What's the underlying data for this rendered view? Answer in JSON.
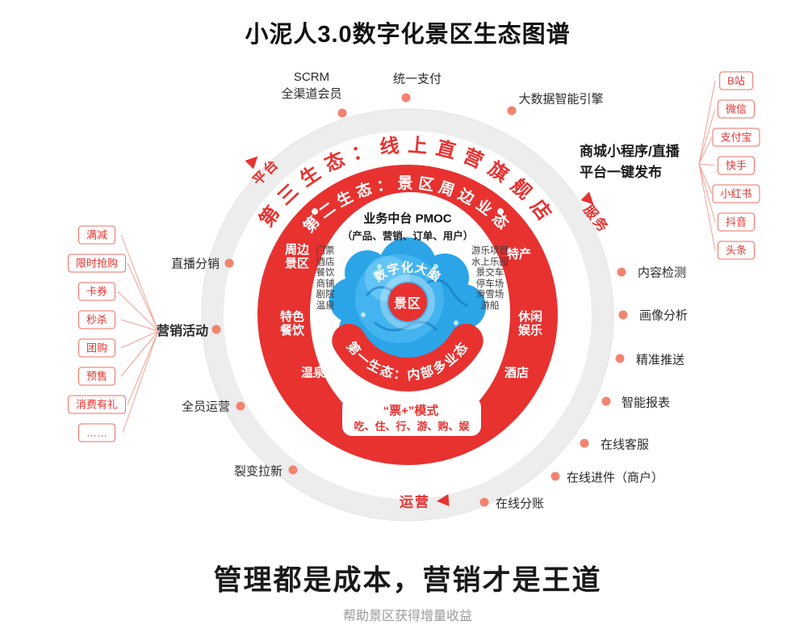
{
  "page": {
    "title": "小泥人3.0数字化景区生态图谱",
    "slogan": "管理都是成本，营销才是王道",
    "subtitle": "帮助景区获得增量收益"
  },
  "ecosystem": {
    "third_ring": "第三生态：线上直营旗舰店",
    "second_ring": "第二生态：景区周边业态",
    "first_ring": "第一生态：内部多业态",
    "brain": "数字化大脑",
    "core": "景区",
    "platform_title": "业务中台 PMOC",
    "platform_subtitle": "（产品、营销、订单、用户）",
    "internal_left": [
      "门票",
      "酒店",
      "餐饮",
      "商铺",
      "剧院",
      "温泉"
    ],
    "internal_right": [
      "游乐项目",
      "水上乐园",
      "景交车",
      "停车场",
      "滑雪场",
      "游船"
    ],
    "ticket_mode": "“票+”模式",
    "ticket_scenes": "吃、住、行、游、购、娱",
    "ring_items": {
      "around": "周边景区",
      "specialty": "特产",
      "featured_dining": "特色餐饮",
      "leisure": "休闲娱乐",
      "hot_spring": "温泉",
      "hotel": "酒店"
    }
  },
  "axes": {
    "platform": "平台",
    "service": "服务",
    "operation": "运营"
  },
  "satellites": {
    "scrm_line1": "SCRM",
    "scrm_line2": "全渠道会员",
    "unified_pay": "统一支付",
    "bigdata": "大数据智能引擎",
    "live_distribution": "直播分销",
    "marketing_campaign": "营销活动",
    "all_staff_operation": "全员运营",
    "fission": "裂变拉新",
    "content_check": "内容检测",
    "portrait_analysis": "画像分析",
    "precise_push": "精准推送",
    "smart_report": "智能报表",
    "online_service": "在线客服",
    "online_merchant": "在线进件（商户）",
    "online_split": "在线分账"
  },
  "publish": {
    "line1": "商城小程序/直播",
    "line2": "平台一键发布"
  },
  "marketing_tools": [
    "满减",
    "限时抢购",
    "卡券",
    "秒杀",
    "团购",
    "预售",
    "消费有礼",
    "……"
  ],
  "channels": [
    "B站",
    "微信",
    "支付宝",
    "快手",
    "小红书",
    "抖音",
    "头条"
  ],
  "colors": {
    "primary_red": "#e73230",
    "dot_coral": "#f2836f",
    "brain_blue": "#2ba5e8"
  }
}
